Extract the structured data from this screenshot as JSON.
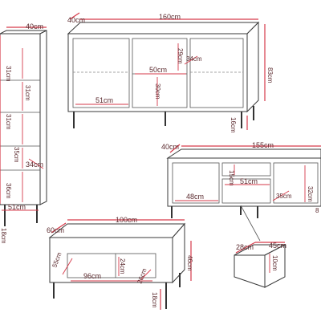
{
  "tall_cabinet": {
    "depth": "40cm",
    "shelf_heights": [
      "31cm",
      "31cm",
      "31cm",
      "35cm",
      "36cm"
    ],
    "inner_depth": "34cm",
    "bottom_width": "51cm",
    "leg_height": "18cm"
  },
  "sideboard": {
    "depth": "40cm",
    "width": "160cm",
    "height": "83cm",
    "shelf_height": "29cm",
    "inner_depth": "34cm",
    "center_width": "50cm",
    "center_height": "30cm",
    "side_width": "51cm",
    "leg_height": "16cm"
  },
  "tv_stand": {
    "depth": "40cm",
    "width": "155cm",
    "left_width": "48cm",
    "drawer_height": "15cm",
    "drawer_width": "51cm",
    "inner_depth": "35cm",
    "right_height": "32cm",
    "right_partial": "8"
  },
  "coffee_table": {
    "depth": "60cm",
    "width": "100cm",
    "inner_depth": "55cm",
    "compartment_height": "24cm",
    "inner_width": "96cm",
    "shelf_depth": "26cm",
    "height": "46cm",
    "leg_height": "18cm"
  },
  "drawer": {
    "height": "28cm",
    "width": "45cm",
    "depth": "10cm"
  }
}
